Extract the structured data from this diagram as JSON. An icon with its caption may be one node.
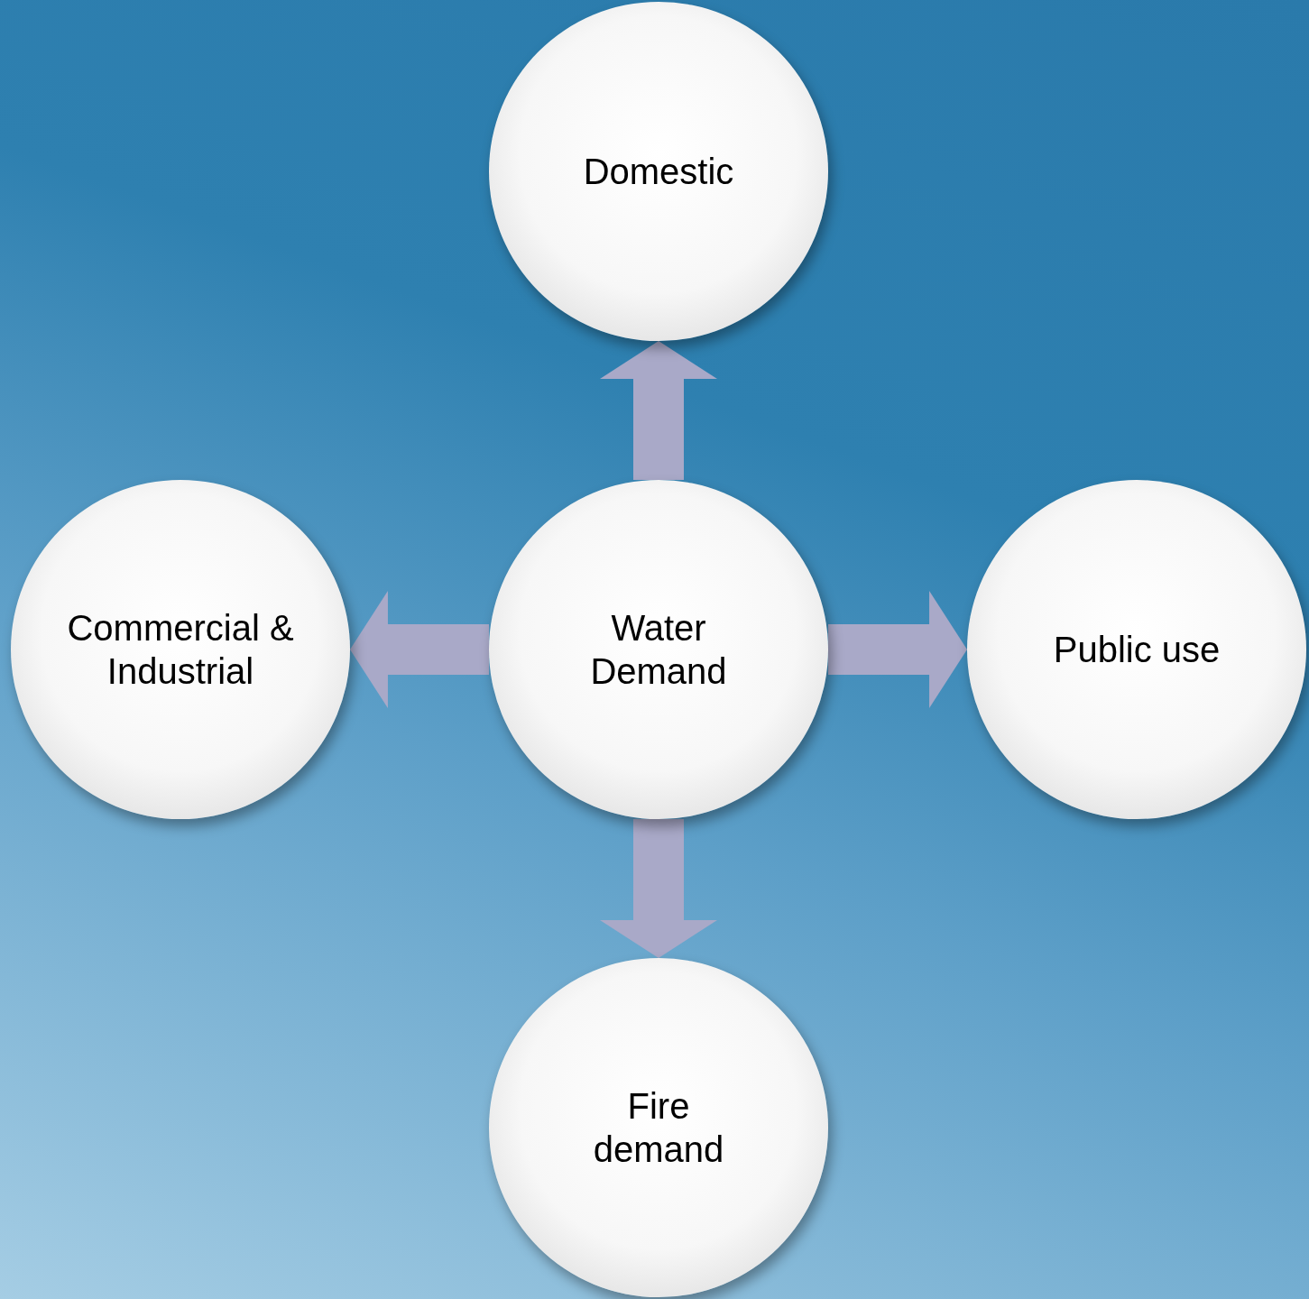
{
  "diagram": {
    "nodes": [
      {
        "text": [
          "Domestic"
        ]
      },
      {
        "text": [
          "Commercial & Industrial"
        ]
      },
      {
        "text": [
          "Water Demand"
        ]
      },
      {
        "text": [
          "Public use"
        ]
      },
      {
        "text": [
          "Fire demand"
        ]
      }
    ],
    "edges": [
      {
        "from": 2,
        "to": 0,
        "arrow": "to"
      },
      {
        "from": 2,
        "to": 1,
        "arrow": "to"
      },
      {
        "from": 2,
        "to": 3,
        "arrow": "to"
      },
      {
        "from": 2,
        "to": 4,
        "arrow": "to"
      }
    ]
  }
}
